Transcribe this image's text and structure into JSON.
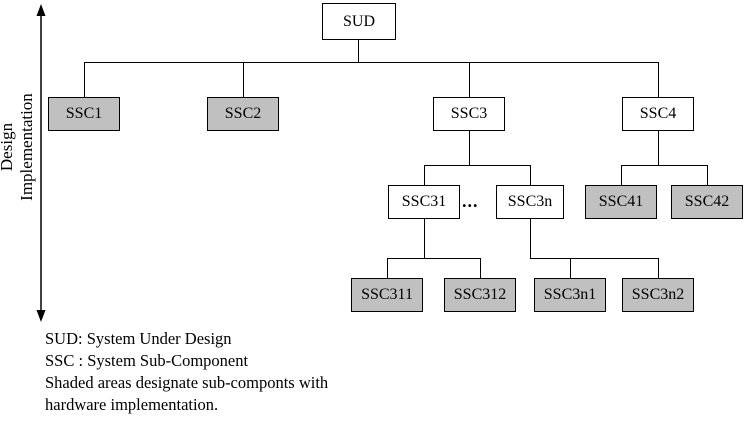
{
  "axis": {
    "line1": "Design",
    "line2": "Implementation"
  },
  "nodes": {
    "sud": "SUD",
    "ssc1": "SSC1",
    "ssc2": "SSC2",
    "ssc3": "SSC3",
    "ssc4": "SSC4",
    "ssc31": "SSC31",
    "dots": "...",
    "ssc3n": "SSC3n",
    "ssc41": "SSC41",
    "ssc42": "SSC42",
    "ssc311": "SSC311",
    "ssc312": "SSC312",
    "ssc3n1": "SSC3n1",
    "ssc3n2": "SSC3n2"
  },
  "legend": {
    "line1": "SUD: System Under Design",
    "line2": "SSC : System Sub-Component",
    "line3": "Shaded areas designate sub-componts with",
    "line4": "hardware implementation."
  },
  "colors": {
    "shaded": "#c0c0c0",
    "line": "#000000",
    "background": "#ffffff"
  }
}
